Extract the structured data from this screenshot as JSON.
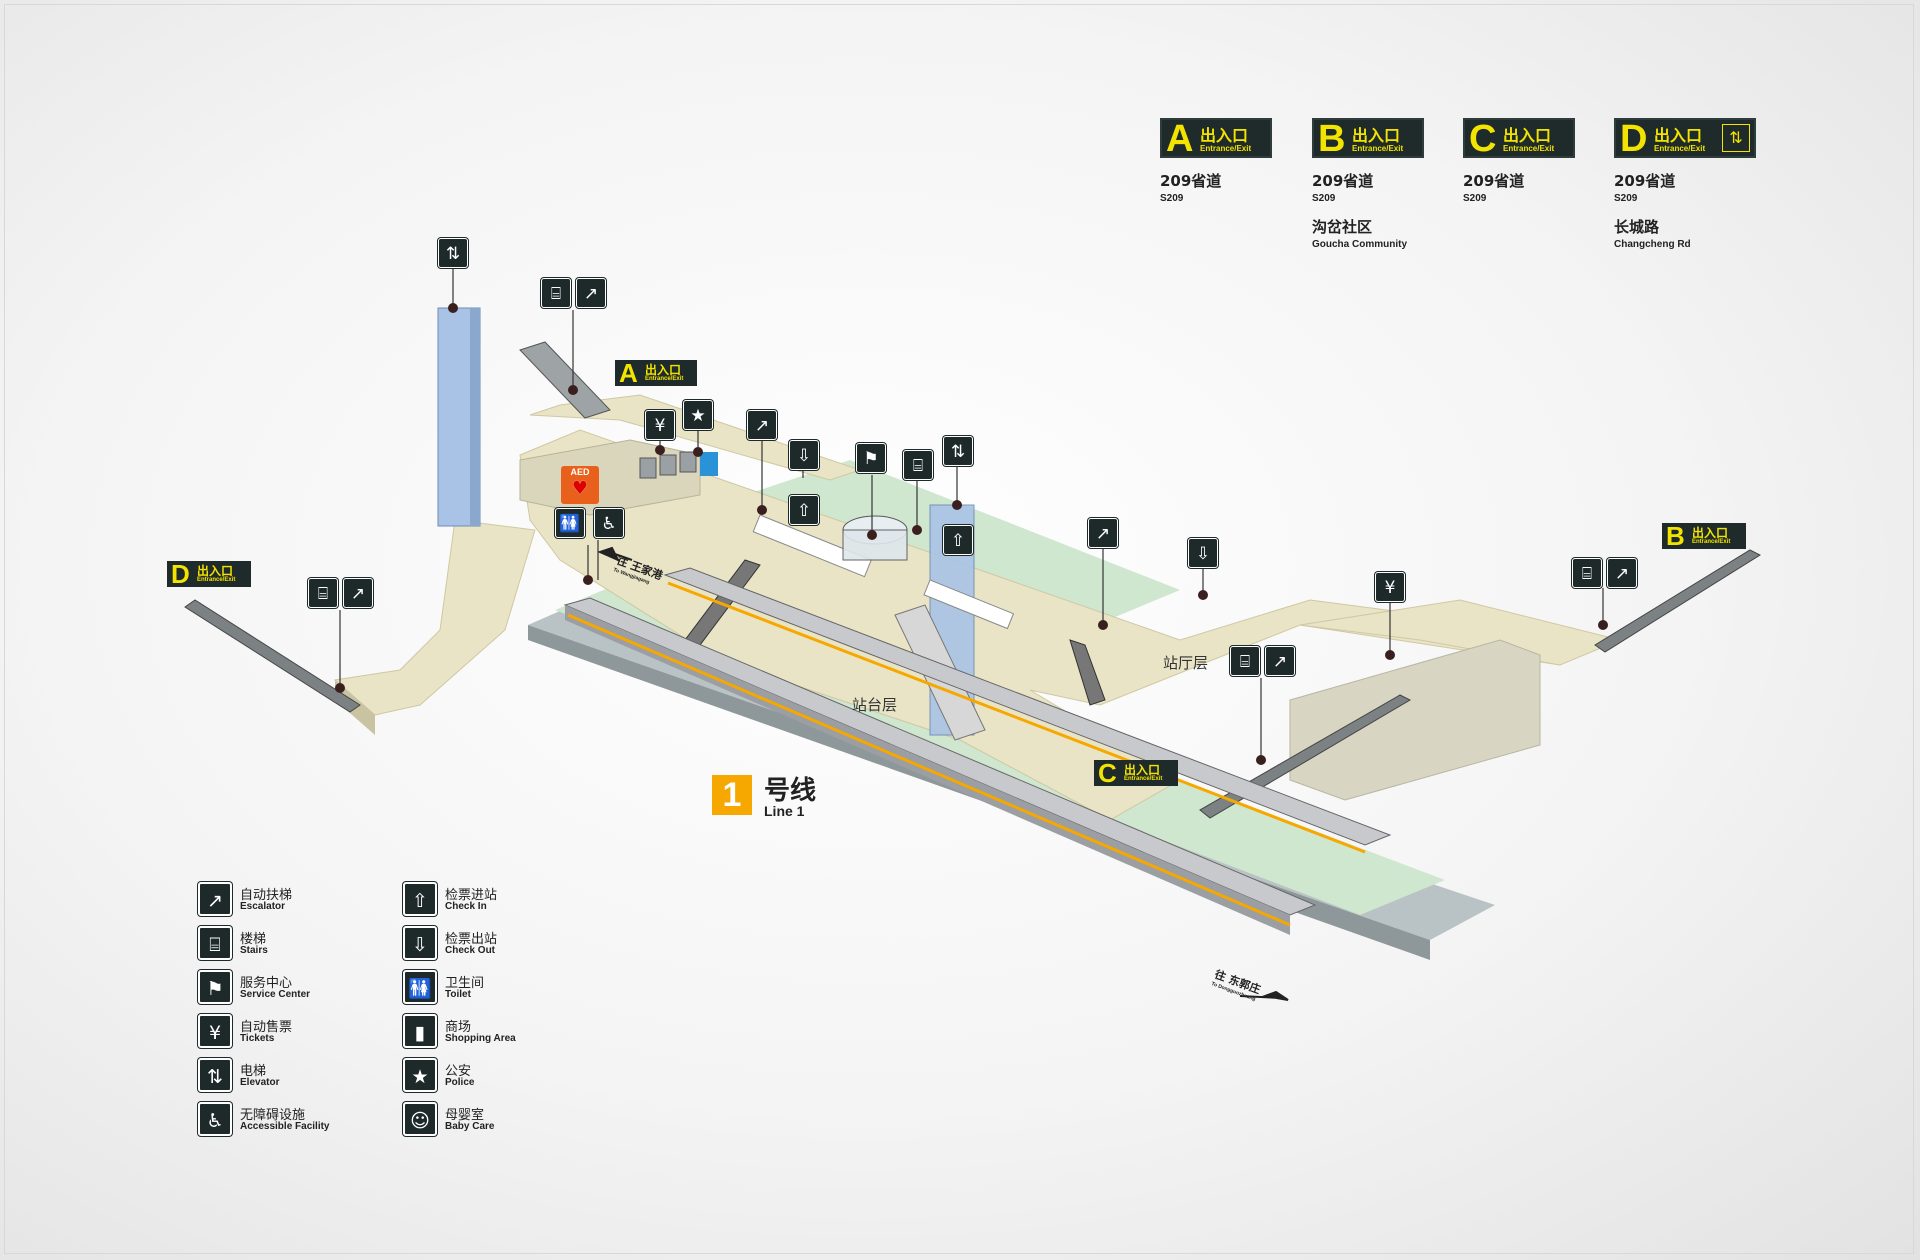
{
  "exits": [
    {
      "letter": "A",
      "cn": "出入口",
      "en": "Entrance/Exit",
      "accessible": false,
      "roads": [
        {
          "cn": "209省道",
          "en": "S209"
        }
      ]
    },
    {
      "letter": "B",
      "cn": "出入口",
      "en": "Entrance/Exit",
      "accessible": false,
      "roads": [
        {
          "cn": "209省道",
          "en": "S209"
        },
        {
          "cn": "沟岔社区",
          "en": "Goucha Community"
        }
      ]
    },
    {
      "letter": "C",
      "cn": "出入口",
      "en": "Entrance/Exit",
      "accessible": false,
      "roads": [
        {
          "cn": "209省道",
          "en": "S209"
        }
      ]
    },
    {
      "letter": "D",
      "cn": "出入口",
      "en": "Entrance/Exit",
      "accessible": true,
      "roads": [
        {
          "cn": "209省道",
          "en": "S209"
        },
        {
          "cn": "长城路",
          "en": "Changcheng Rd"
        }
      ]
    }
  ],
  "flags": {
    "A": {
      "letter": "A",
      "cn": "出入口",
      "en": "Entrance/Exit"
    },
    "B": {
      "letter": "B",
      "cn": "出入口",
      "en": "Entrance/Exit"
    },
    "C": {
      "letter": "C",
      "cn": "出入口",
      "en": "Entrance/Exit"
    },
    "D": {
      "letter": "D",
      "cn": "出入口",
      "en": "Entrance/Exit"
    }
  },
  "aed": {
    "label": "AED"
  },
  "floors": {
    "concourse": "站厅层",
    "platform": "站台层"
  },
  "directions": {
    "west": {
      "cn": "往 王家港",
      "en": "To Wangjiagang"
    },
    "east": {
      "cn": "往 东郭庄",
      "en": "To Dongguozhuang"
    }
  },
  "line": {
    "number": "1",
    "cn": "号线",
    "en": "Line 1",
    "color": "#f6a800"
  },
  "legend": [
    {
      "icon": "escalator-icon",
      "glyph": "↗",
      "cn": "自动扶梯",
      "en": "Escalator"
    },
    {
      "icon": "check-in-icon",
      "glyph": "⇧",
      "cn": "检票进站",
      "en": "Check In"
    },
    {
      "icon": "stairs-icon",
      "glyph": "⌸",
      "cn": "楼梯",
      "en": "Stairs"
    },
    {
      "icon": "check-out-icon",
      "glyph": "⇩",
      "cn": "检票出站",
      "en": "Check Out"
    },
    {
      "icon": "service-center-icon",
      "glyph": "⚑",
      "cn": "服务中心",
      "en": "Service Center"
    },
    {
      "icon": "toilet-icon",
      "glyph": "🚻",
      "cn": "卫生间",
      "en": "Toilet"
    },
    {
      "icon": "tickets-icon",
      "glyph": "¥",
      "cn": "自动售票",
      "en": "Tickets"
    },
    {
      "icon": "shopping-icon",
      "glyph": "▮",
      "cn": "商场",
      "en": "Shopping Area"
    },
    {
      "icon": "elevator-icon",
      "glyph": "⇅",
      "cn": "电梯",
      "en": "Elevator"
    },
    {
      "icon": "police-icon",
      "glyph": "★",
      "cn": "公安",
      "en": "Police"
    },
    {
      "icon": "accessible-icon",
      "glyph": "♿",
      "cn": "无障碍设施",
      "en": "Accessible Facility"
    },
    {
      "icon": "baby-care-icon",
      "glyph": "☺",
      "cn": "母婴室",
      "en": "Baby Care"
    }
  ],
  "colors": {
    "sign_bg": "#1f2a2a",
    "sign_text": "#f2e300",
    "concourse": "#e9e4c5",
    "platform": "#cfe6cf",
    "elevator_shaft": "#a9c3e6",
    "aed": "#e8601c"
  }
}
